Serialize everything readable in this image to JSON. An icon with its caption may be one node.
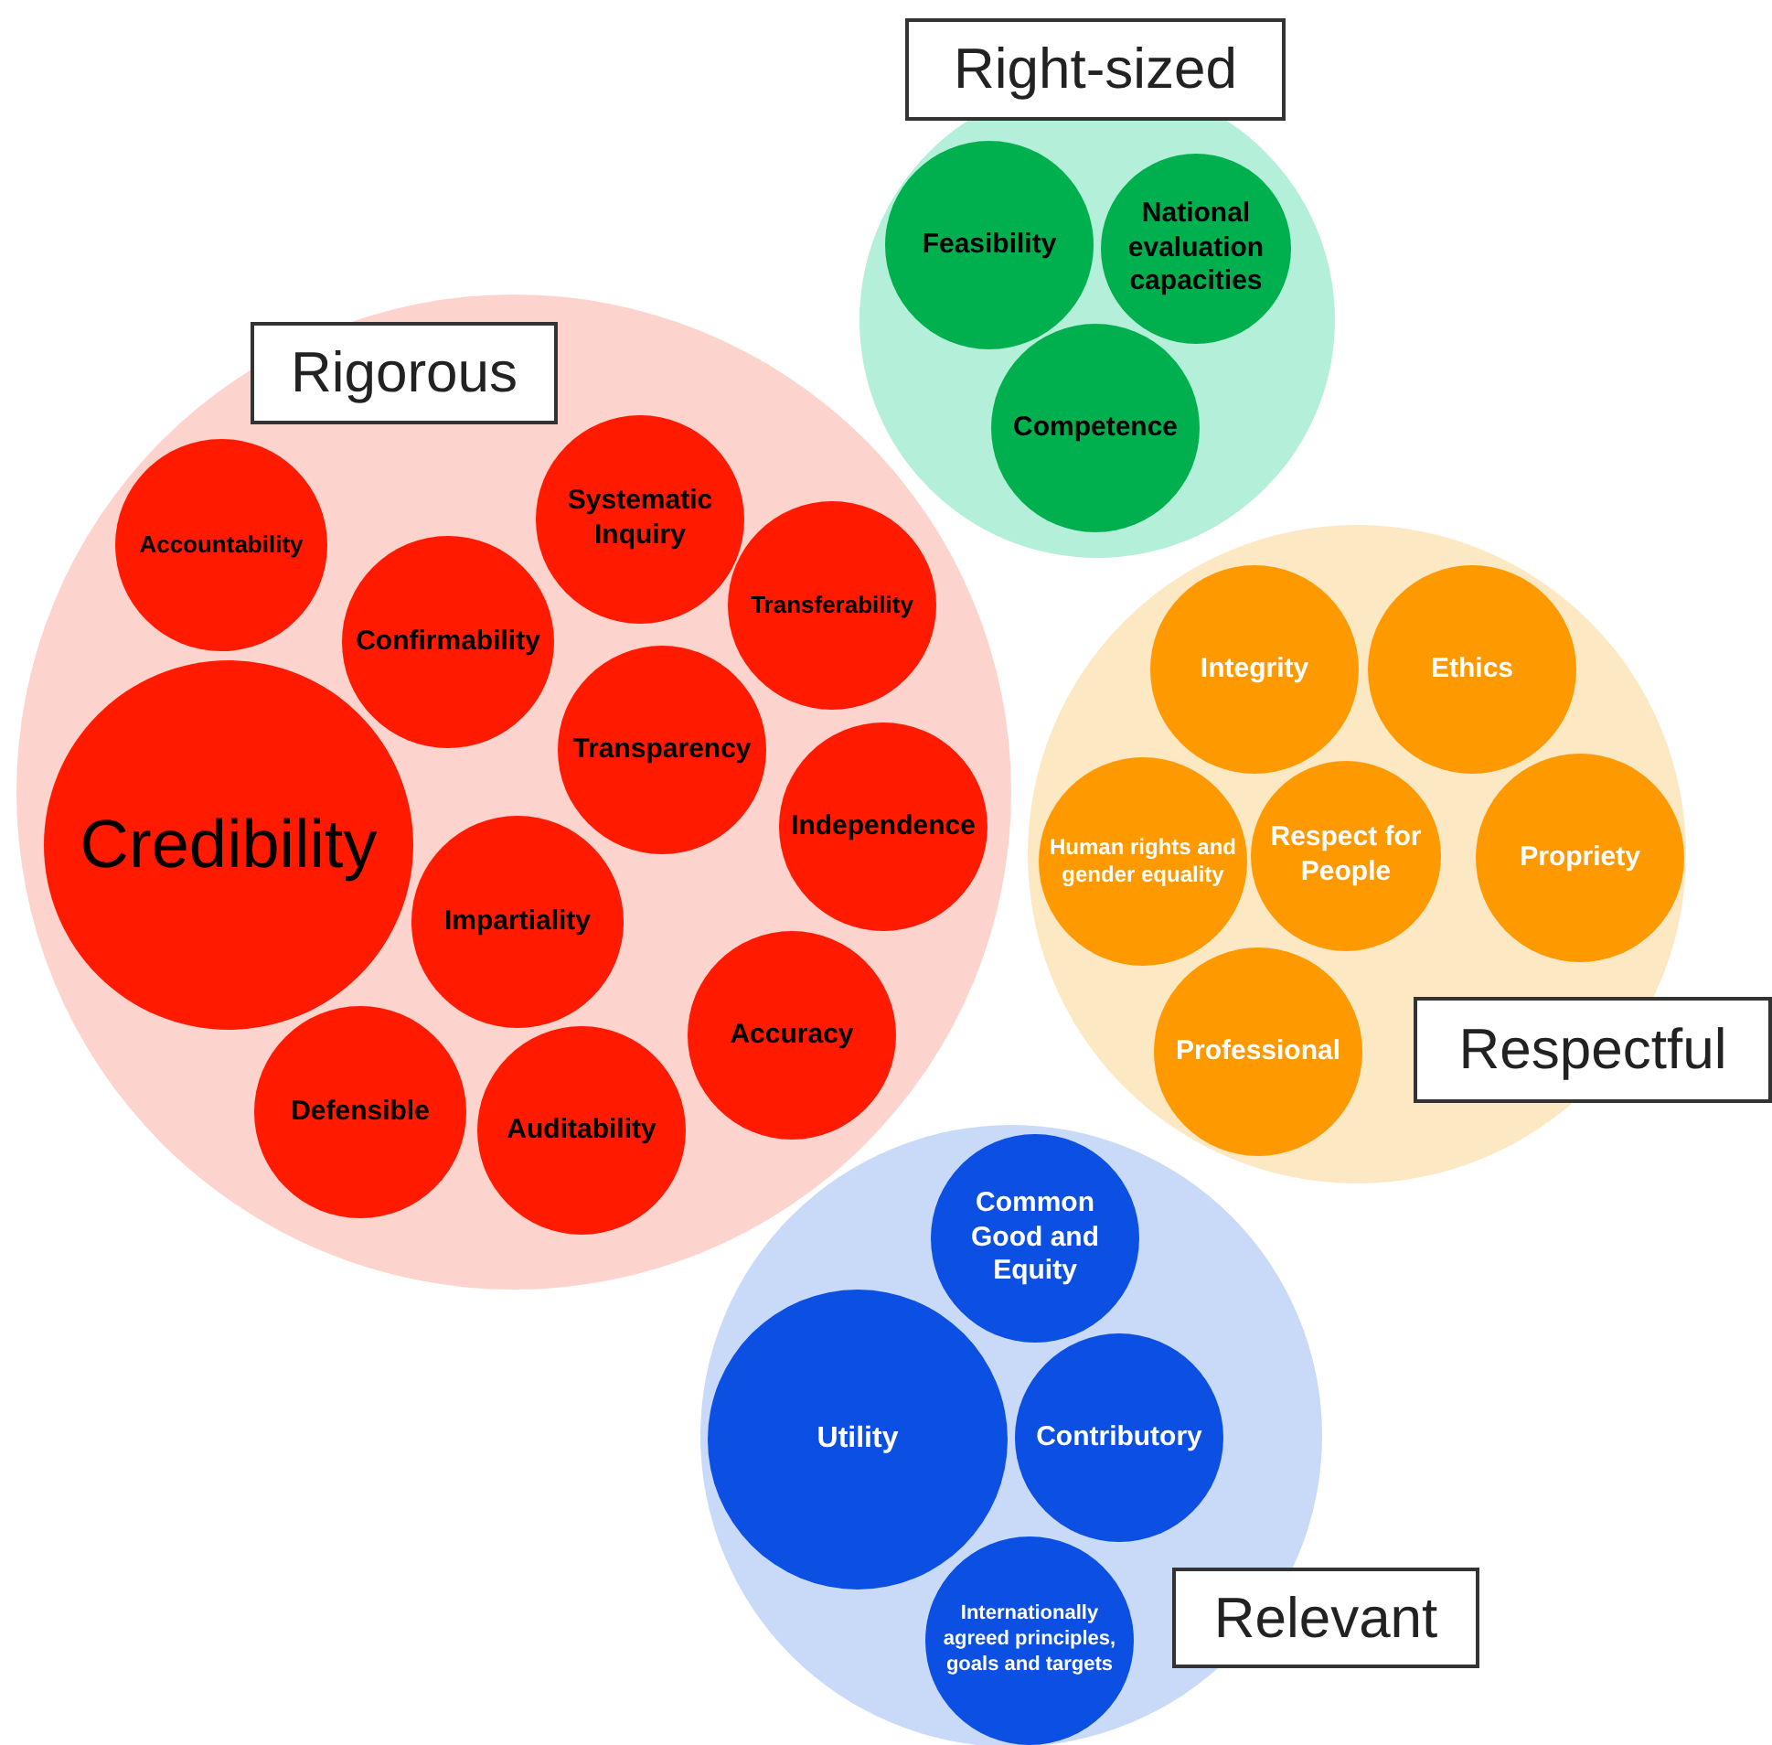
{
  "diagram": {
    "nodes": [
      {
        "text": [
          "Right-sized"
        ]
      },
      {
        "text": [
          "Feasibility"
        ],
        "in": 0
      },
      {
        "text": [
          "National evaluation capacities"
        ],
        "in": 0
      },
      {
        "text": [
          "Competence"
        ],
        "in": 0
      },
      {
        "text": [
          "Rigorous"
        ]
      },
      {
        "text": [
          "Accountability"
        ],
        "in": 4
      },
      {
        "text": [
          "Systematic Inquiry"
        ],
        "in": 4
      },
      {
        "text": [
          "Confirmability"
        ],
        "in": 4
      },
      {
        "text": [
          "Transferability"
        ],
        "in": 4
      },
      {
        "text": [
          "Credibility"
        ],
        "in": 4
      },
      {
        "text": [
          "Transparency"
        ],
        "in": 4
      },
      {
        "text": [
          "Independence"
        ],
        "in": 4
      },
      {
        "text": [
          "Impartiality"
        ],
        "in": 4
      },
      {
        "text": [
          "Accuracy"
        ],
        "in": 4
      },
      {
        "text": [
          "Defensible"
        ],
        "in": 4
      },
      {
        "text": [
          "Auditability"
        ],
        "in": 4
      },
      {
        "text": [
          "Respectful"
        ]
      },
      {
        "text": [
          "Integrity"
        ],
        "in": 16
      },
      {
        "text": [
          "Ethics"
        ],
        "in": 16
      },
      {
        "text": [
          "Human rights and gender equality"
        ],
        "in": 16
      },
      {
        "text": [
          "Respect for People"
        ],
        "in": 16
      },
      {
        "text": [
          "Propriety"
        ],
        "in": 16
      },
      {
        "text": [
          "Professional"
        ],
        "in": 16
      },
      {
        "text": [
          "Relevant"
        ]
      },
      {
        "text": [
          "Common Good and Equity"
        ],
        "in": 23
      },
      {
        "text": [
          "Utility"
        ],
        "in": 23
      },
      {
        "text": [
          "Contributory"
        ],
        "in": 23
      },
      {
        "text": [
          "Internationally agreed principles, goals and targets"
        ],
        "in": 23
      }
    ]
  }
}
